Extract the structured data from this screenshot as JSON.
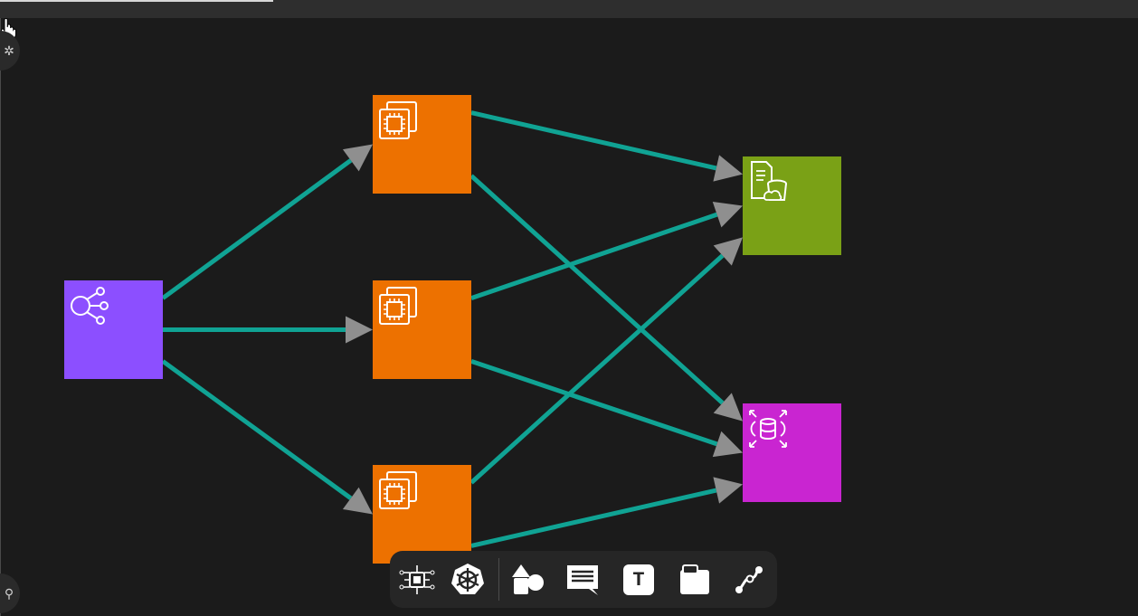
{
  "colors": {
    "edge": "#10a394",
    "arrowhead": "#8f8f8f",
    "load_balancer": "#8c4fff",
    "compute": "#ed7100",
    "storage": "#7aa116",
    "database": "#c925d1",
    "canvas_bg": "#1b1b1b"
  },
  "nodes": [
    {
      "id": "lb",
      "icon": "load-balancer-icon",
      "color": "#8c4fff"
    },
    {
      "id": "ec2-1",
      "icon": "compute-instance-icon",
      "color": "#ed7100"
    },
    {
      "id": "ec2-2",
      "icon": "compute-instance-icon",
      "color": "#ed7100"
    },
    {
      "id": "ec2-3",
      "icon": "compute-instance-icon",
      "color": "#ed7100"
    },
    {
      "id": "storage",
      "icon": "storage-gateway-icon",
      "color": "#7aa116"
    },
    {
      "id": "db",
      "icon": "database-scaling-icon",
      "color": "#c925d1"
    }
  ],
  "edges": [
    {
      "from": "lb",
      "to": "ec2-1"
    },
    {
      "from": "lb",
      "to": "ec2-2"
    },
    {
      "from": "lb",
      "to": "ec2-3"
    },
    {
      "from": "ec2-1",
      "to": "storage"
    },
    {
      "from": "ec2-1",
      "to": "db"
    },
    {
      "from": "ec2-2",
      "to": "storage"
    },
    {
      "from": "ec2-2",
      "to": "db"
    },
    {
      "from": "ec2-3",
      "to": "storage"
    },
    {
      "from": "ec2-3",
      "to": "db"
    }
  ],
  "toolbar": {
    "tools": [
      {
        "name": "architecture-icon"
      },
      {
        "name": "kubernetes-icon"
      },
      {
        "name": "shapes-icon"
      },
      {
        "name": "comment-icon"
      },
      {
        "name": "text-icon",
        "label": "T"
      },
      {
        "name": "frame-icon"
      },
      {
        "name": "connector-icon"
      }
    ]
  }
}
